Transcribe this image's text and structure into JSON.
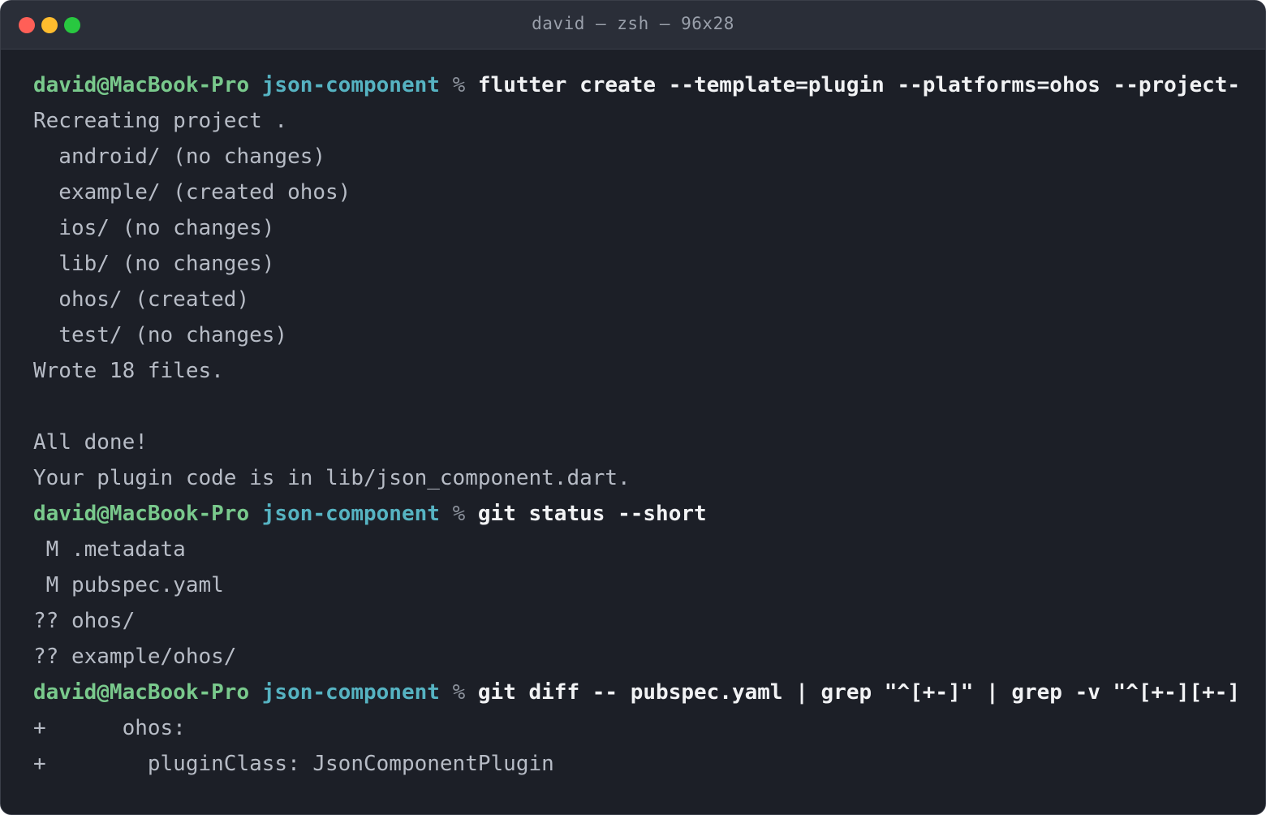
{
  "window": {
    "title": "david — zsh — 96x28"
  },
  "prompt": {
    "user": "david@MacBook-Pro",
    "dir": "json-component",
    "symbol": "%"
  },
  "lines": [
    {
      "type": "prompt",
      "cmd": "flutter create --template=plugin --platforms=ohos --project-"
    },
    {
      "type": "out",
      "text": "Recreating project ."
    },
    {
      "type": "out",
      "text": "  android/ (no changes)"
    },
    {
      "type": "out",
      "text": "  example/ (created ohos)"
    },
    {
      "type": "out",
      "text": "  ios/ (no changes)"
    },
    {
      "type": "out",
      "text": "  lib/ (no changes)"
    },
    {
      "type": "out",
      "text": "  ohos/ (created)"
    },
    {
      "type": "out",
      "text": "  test/ (no changes)"
    },
    {
      "type": "out",
      "text": "Wrote 18 files."
    },
    {
      "type": "out",
      "text": ""
    },
    {
      "type": "out",
      "text": "All done!"
    },
    {
      "type": "out",
      "text": "Your plugin code is in lib/json_component.dart."
    },
    {
      "type": "prompt",
      "cmd": "git status --short"
    },
    {
      "type": "out",
      "text": " M .metadata"
    },
    {
      "type": "out",
      "text": " M pubspec.yaml"
    },
    {
      "type": "out",
      "text": "?? ohos/"
    },
    {
      "type": "out",
      "text": "?? example/ohos/"
    },
    {
      "type": "prompt",
      "cmd": "git diff -- pubspec.yaml | grep \"^[+-]\" | grep -v \"^[+-][+-]"
    },
    {
      "type": "out",
      "text": "+      ohos:"
    },
    {
      "type": "out",
      "text": "+        pluginClass: JsonComponentPlugin"
    }
  ]
}
